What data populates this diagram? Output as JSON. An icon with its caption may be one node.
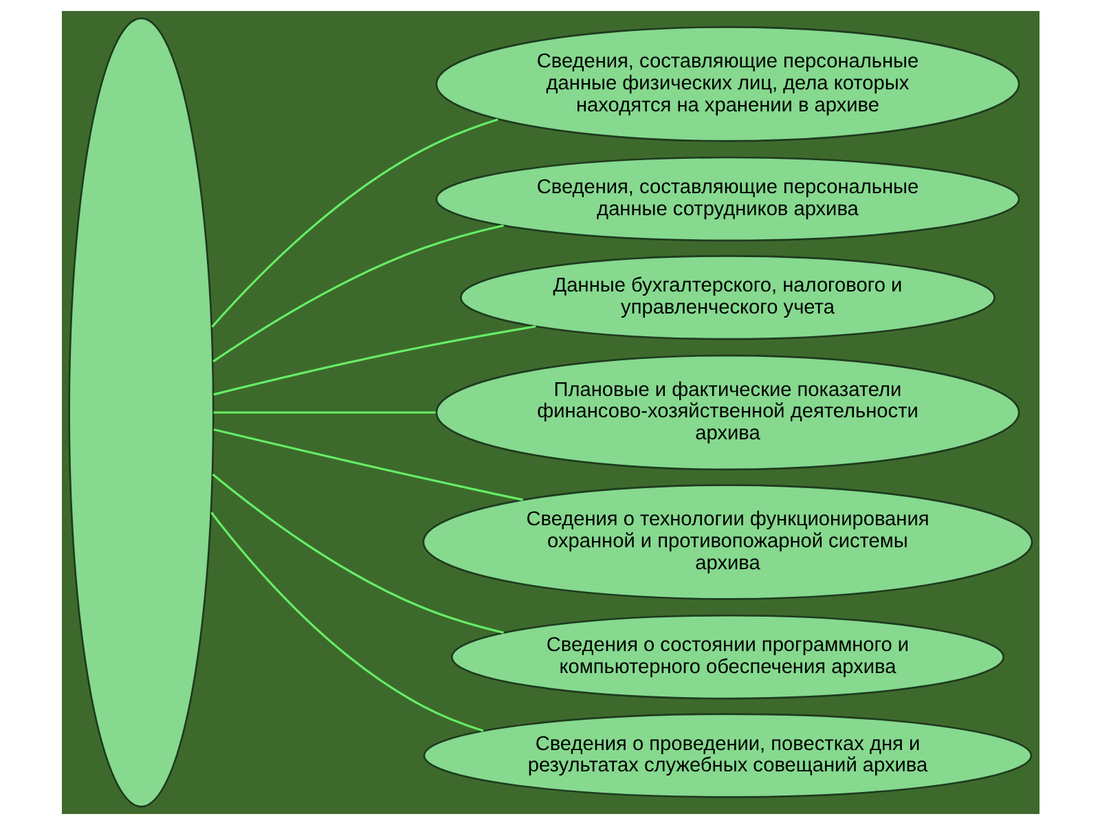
{
  "diagram": {
    "nodes": [
      {
        "text": [],
        "shape": "ellipse"
      },
      {
        "text": [
          "Сведения, составляющие персональные данные физических лиц, дела которых находятся на хранении в архиве"
        ]
      },
      {
        "text": [
          "Сведения, составляющие персональные данные сотрудников архива"
        ]
      },
      {
        "text": [
          "Данные бухгалтерского, налогового и управленческого учета"
        ]
      },
      {
        "text": [
          "Плановые и фактические показатели финансово-хозяйственной деятельности архива"
        ]
      },
      {
        "text": [
          "Сведения о технологии функционирования охранной и противопожарной системы архива"
        ]
      },
      {
        "text": [
          "Сведения о состоянии программного и компьютерного обеспечения архива"
        ]
      },
      {
        "text": [
          "Сведения о проведении, повестках дня и результатах служебных совещаний архива"
        ]
      }
    ],
    "edges": [
      {
        "from": 0,
        "to": 1,
        "arrow": "none"
      },
      {
        "from": 0,
        "to": 2,
        "arrow": "none"
      },
      {
        "from": 0,
        "to": 3,
        "arrow": "none"
      },
      {
        "from": 0,
        "to": 4,
        "arrow": "none"
      },
      {
        "from": 0,
        "to": 5,
        "arrow": "none"
      },
      {
        "from": 0,
        "to": 6,
        "arrow": "none"
      },
      {
        "from": 0,
        "to": 7,
        "arrow": "none"
      }
    ]
  }
}
